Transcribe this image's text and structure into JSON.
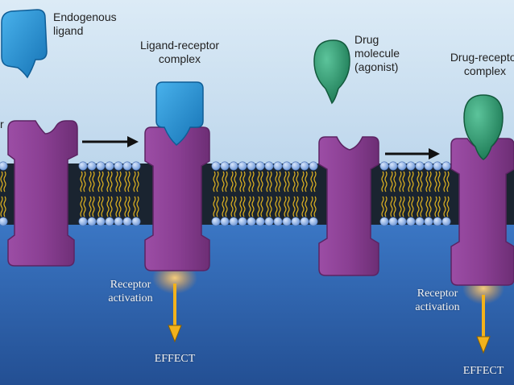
{
  "labels": {
    "endogenous_ligand": "Endogenous\nligand",
    "ligand_receptor_complex": "Ligand-receptor\ncomplex",
    "drug_molecule": "Drug\nmolecule\n(agonist)",
    "drug_receptor_complex": "Drug-receptor\ncomplex",
    "receptor_activation_1": "Receptor\nactivation",
    "receptor_activation_2": "Receptor\nactivation",
    "effect_1": "EFFECT",
    "effect_2": "EFFECT",
    "left_fragment": "r"
  },
  "colors": {
    "extracellular_top": "#dcebf6",
    "extracellular_bottom": "#b7d2ea",
    "intracellular_top": "#3e7ccb",
    "intracellular_bottom": "#234f93",
    "receptor": "#8a3f93",
    "receptor_edge": "#5c2463",
    "ligand": "#1f8fd6",
    "drug": "#2a9a6e",
    "lipid_head": "#8fb4e8",
    "lipid_tail": "#e0b321",
    "effect_arrow": "#f2b21c",
    "glow": "#ffb24a"
  },
  "icons": {
    "ligand": "square-ligand-icon",
    "drug": "round-drug-icon",
    "arrow": "right-arrow-icon",
    "effect": "down-arrow-icon"
  }
}
